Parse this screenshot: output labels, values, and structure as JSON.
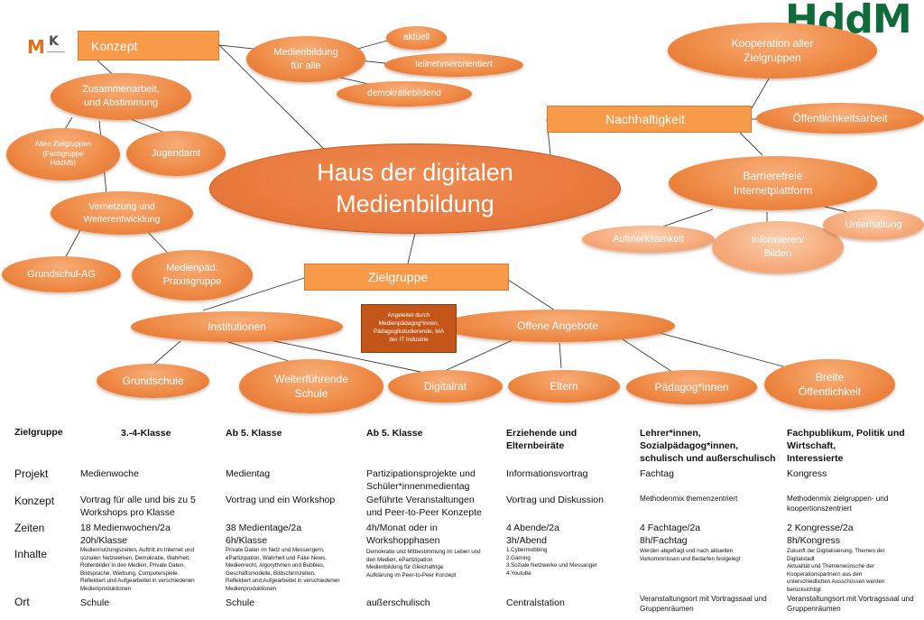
{
  "logos": {
    "left": {
      "m": "M",
      "k": "K"
    },
    "right": "HddM"
  },
  "colors": {
    "orange": "#ef8b47",
    "orange_dark": "#e2702b",
    "note": "#c5561a",
    "logo_green": "#0f6b3a"
  },
  "diagram": {
    "center": "Haus der digitalen\nMedienbildung",
    "labels": {
      "konzept": "Konzept",
      "nachhaltigkeit": "Nachhaltigkeit",
      "zielgruppe": "Zielgruppe"
    },
    "nodes": {
      "medienbildung": "Medienbildung\nfür alle",
      "aktuell": "aktuell",
      "teilnehmerorientiert": "teilnehmerorientiert",
      "demokratiebildend": "demokratiebildend",
      "zusammenarbeit": "Zusammenarbeit,\nund Abstimmung",
      "alle_zielgruppen": "Allen Zielgruppen\n(Fachgruppe\nHddMb)",
      "jugendamt": "Jugendamt",
      "vernetzung": "Vernetzung und\nWeiterentwicklung",
      "grundschul_ag": "Grundschul-AG",
      "medienpaed": "Medienpäd.\nPraxisgruppe",
      "kooperation": "Kooperation aller\nZielgruppen",
      "oeffentlichkeitsarbeit": "Öffentlichkeitsarbeit",
      "barrierefrei": "Barrierefreie\nInternetplattform",
      "aufmerksamkeit": "Aufmerksamkeit",
      "informieren": "Informieren/\nBilden",
      "unterhaltung": "Unterhaltung",
      "institutionen": "Institutionen",
      "offene_angebote": "Offene Angebote",
      "grundschule": "Grundschule",
      "weiterfuehrende": "Weiterführende\nSchule",
      "digitalrat": "Digitalrat",
      "eltern": "Eltern",
      "paedagog": "Pädagog*innen",
      "breite": "Breite\nÖffentlichkeit"
    },
    "note": "Angeleitet durch\nMedienpädagog*innen,\nPädagogikstudierende, MA\nder IT Industrie"
  },
  "table": {
    "row_labels": {
      "zielgruppe": "Zielgruppe",
      "projekt": "Projekt",
      "konzept": "Konzept",
      "zeiten": "Zeiten",
      "inhalte": "Inhalte",
      "ort": "Ort"
    },
    "columns": [
      {
        "zielgruppe": "3.-4-Klasse",
        "projekt": "Medienwoche",
        "konzept": "Vortrag für alle und bis zu 5\nWorkshops pro Klasse",
        "zeiten": "18 Medienwochen/2a\n20h/Klasse",
        "inhalte": "Mediennutzungszeiten, Auftritt im Internet und\nsozialen Netzwerken, Demokratie, Wahrheit,\nRollenbilder in den Medien, Private Daten,\nBildsprache, Werbung, Computerspiele.\nReflektiert und Aufgearbeitet in verschiedenen\nMedienproduktionen",
        "ort": "Schule"
      },
      {
        "zielgruppe": "Ab 5. Klasse",
        "projekt": "Medientag",
        "konzept": "Vortrag und ein Workshop",
        "zeiten": "38 Medientage/2a\n6h/Klasse",
        "inhalte": "Private Daten im Netz und Messengern,\nePartizipation, Wahrheit und Fake News,\nMedienrecht, Algorythmen und Bubbles,\nGeschäftsmodelle, Bildschirmzeiten.\nReflektiert und Aufgearbeitet in verschiedenen\nMedienproduktionen",
        "ort": "Schule"
      },
      {
        "zielgruppe": "Ab 5. Klasse",
        "projekt": "Partizipationsprojekte und\nSchüler*innenmedientag",
        "konzept": "Geführte Veranstaltungen\nund Peer-to-Peer Konzepte",
        "zeiten": "4h/Monat oder in\nWorkshopphasen",
        "inhalte": "Demokratie und Mitbestimmung im Leben und\nden Medien, ePartizipation\nMedienbildung für Gleichaltrige\nAufklärung im Peer-to-Peer Konzept",
        "ort": "außerschulisch"
      },
      {
        "zielgruppe": "Erziehende und\nElternbeiräte",
        "projekt": "Informationsvortrag",
        "konzept": "Vortrag und Diskussion",
        "zeiten": "4 Abende/2a\n3h/Abend",
        "inhalte": "1.Cybermobbing\n2.Gaming\n3.Soziale Netzwerke und Messanger\n4.Youtube",
        "ort": "Centralstation"
      },
      {
        "zielgruppe": "Lehrer*innen,\nSozialpädagog*innen,\nschulisch und außerschulisch",
        "projekt": "Fachtag",
        "konzept": "Methodenmix themenzentriert",
        "zeiten": "4 Fachtage/2a\n8h/Fachtag",
        "inhalte": "Werden abgefragt  und nach aktuellen\nVorkommnissen und Bedarfen festgelegt",
        "ort": "Veranstaltungsort mit Vortragssaal und\nGruppenräumen"
      },
      {
        "zielgruppe": "Fachpublikum, Politik und\nWirtschaft,\nInteressierte",
        "projekt": "Kongress",
        "konzept": "Methodenmix zielgruppen- und\nkoopertionszentriert",
        "zeiten": "2 Kongresse/2a\n8h/Kongress",
        "inhalte": "Zukunft der Digitalisierung, Themen der\nDigitalstadt\nAktualität und Themenwünsche der\nKooperationspartnern aus den\nunterschiedlichen Ausschüssen werden\nberücksichtigt",
        "ort": "Veranstaltungsort mit Vortragssaal und\nGruppenräumen"
      }
    ]
  }
}
